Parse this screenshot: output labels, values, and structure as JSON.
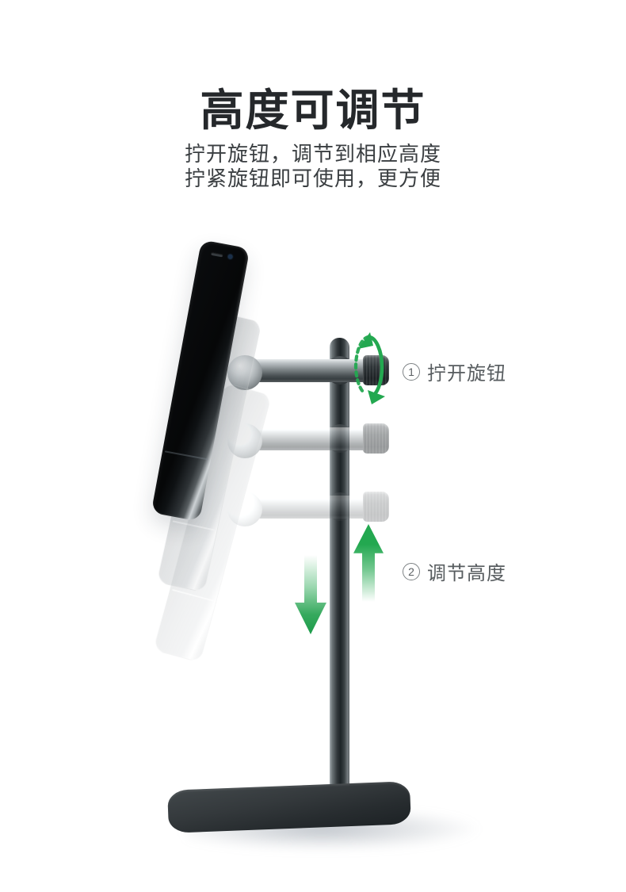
{
  "page": {
    "title": "高度可调节",
    "subtitle_line1": "拧开旋钮，调节到相应高度",
    "subtitle_line2": "拧紧旋钮即可使用，更方便"
  },
  "annotations": {
    "step1": {
      "number": "1",
      "label": "拧开旋钮"
    },
    "step2": {
      "number": "2",
      "label": "调节高度"
    }
  },
  "colors": {
    "accent_green": "#23a850",
    "title_text": "#25282b",
    "subtitle_text": "#3a3e41",
    "annotation_text": "#575c5f",
    "background_top": "#d8dfe9",
    "background_bottom": "#f8f9fb",
    "stand_dark": "#24292c"
  },
  "icons": {
    "rotate": "rotate-cw-arrow-icon",
    "up": "arrow-up-icon",
    "down": "arrow-down-icon"
  }
}
